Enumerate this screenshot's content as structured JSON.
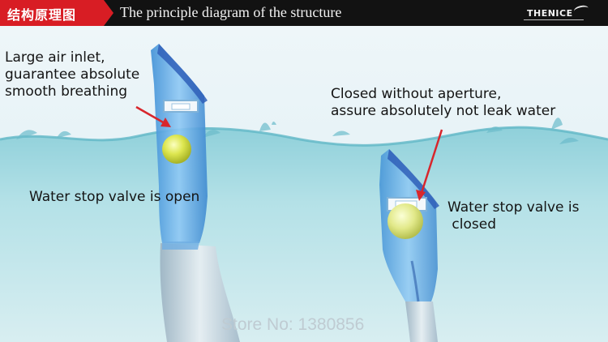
{
  "header": {
    "badge_text": "结构原理图",
    "title": "The principle diagram of the structure",
    "brand": "THENICE"
  },
  "labels": {
    "air_inlet": [
      "Large air inlet,",
      "guarantee absolute",
      "smooth breathing"
    ],
    "closed_aperture": [
      "Closed without aperture,",
      "assure absolutely not leak water"
    ],
    "valve_open": "Water stop valve is open",
    "valve_closed": [
      "Water stop valve is",
      " closed"
    ]
  },
  "watermark": "Store No: 1380856",
  "colors": {
    "header_bg": "#121212",
    "badge_red": "#d81d24",
    "sky_top": "#eaf4f8",
    "water": "#9fd7e0",
    "tube_blue": "#5aa8e8",
    "ball": "#d6e04a",
    "arrow_red": "#d8262c"
  },
  "icons": [
    "air-inlet-arrow",
    "water-seal-arrow"
  ]
}
